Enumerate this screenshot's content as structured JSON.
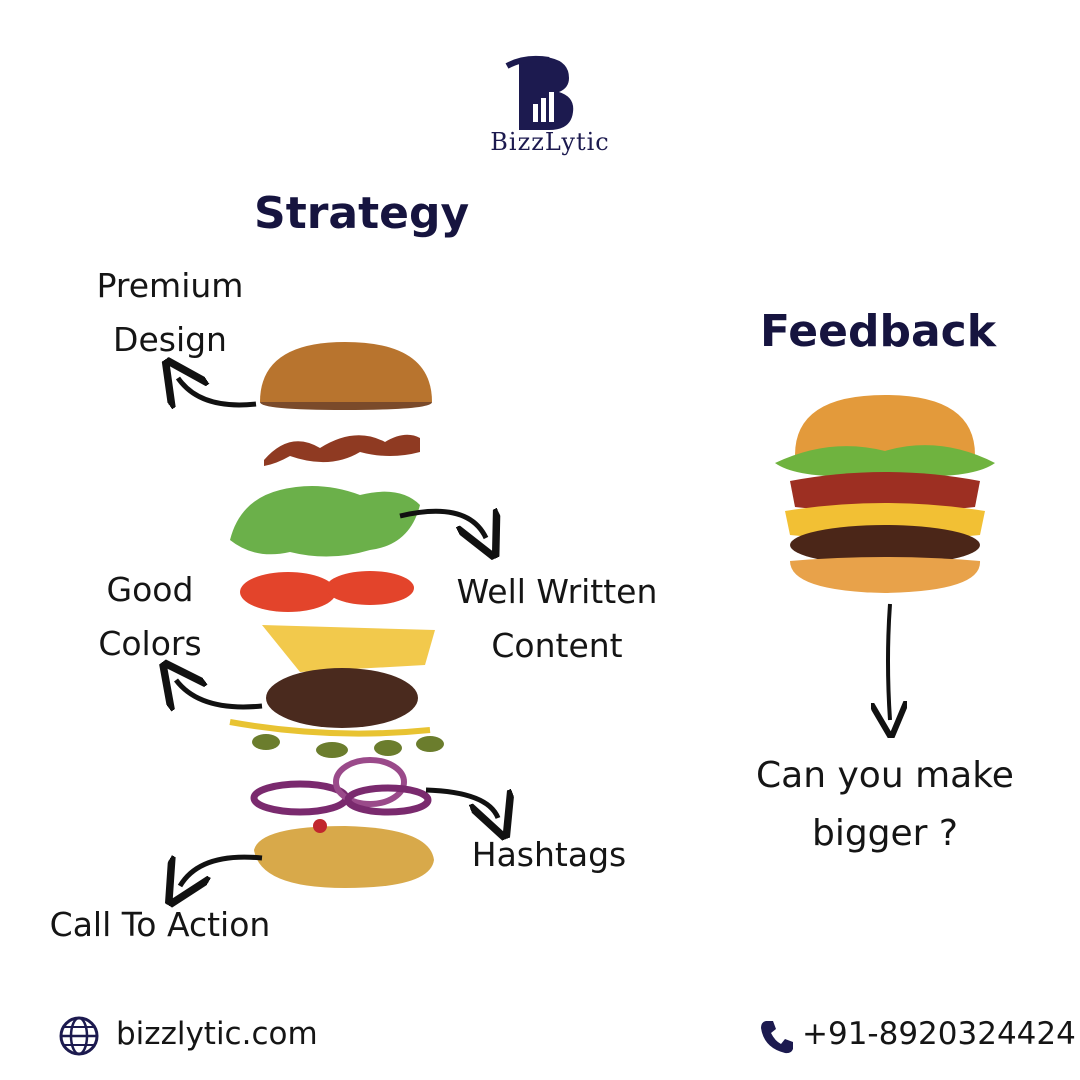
{
  "brand": {
    "name": "BizzLytic",
    "logo": "B-chart-logo"
  },
  "strategy": {
    "title": "Strategy",
    "labels": {
      "premium_design": [
        "Premium",
        "Design"
      ],
      "good_colors": [
        "Good",
        "Colors"
      ],
      "well_written": [
        "Well Written",
        "Content"
      ],
      "hashtags": "Hashtags",
      "cta": "Call To Action"
    }
  },
  "feedback": {
    "title": "Feedback",
    "answer": [
      "Can you make",
      "bigger ?"
    ]
  },
  "footer": {
    "website": "bizzlytic.com",
    "phone": "+91-8920324424",
    "website_icon": "globe-icon",
    "phone_icon": "phone-icon"
  },
  "colors": {
    "navy": "#16143f",
    "text": "#151515",
    "background": "#ffffff"
  }
}
